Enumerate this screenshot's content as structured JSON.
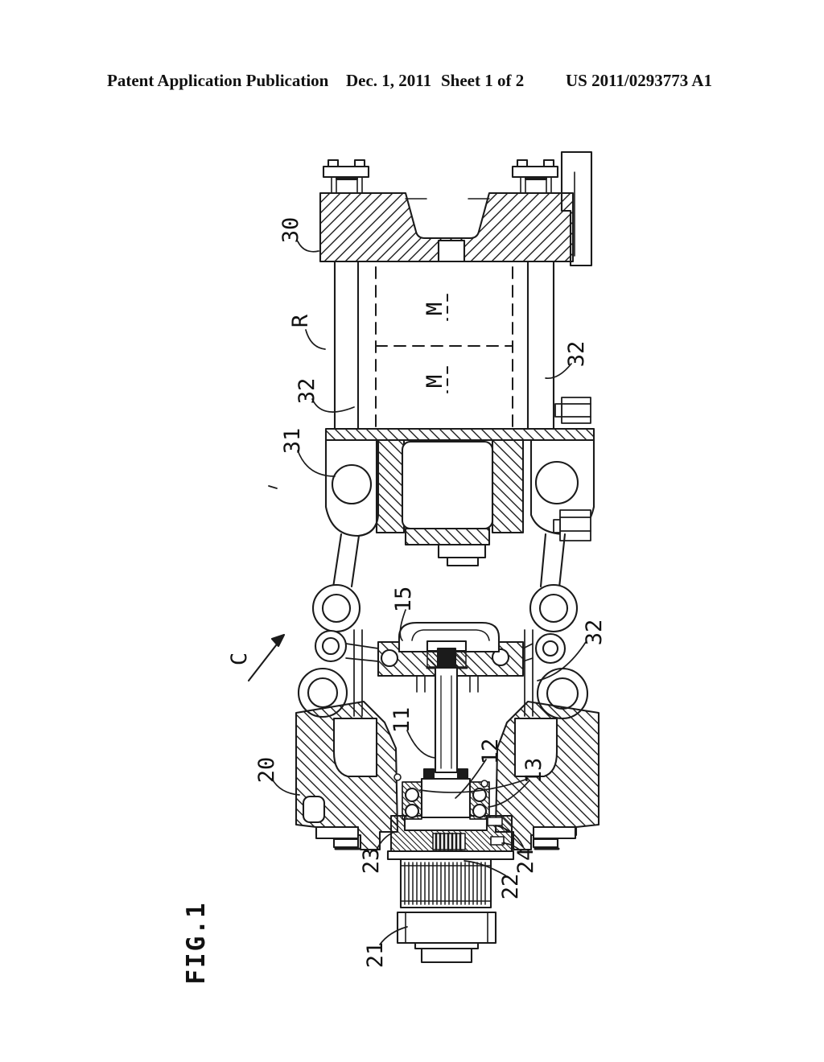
{
  "header": {
    "publication": "Patent Application Publication",
    "date": "Dec. 1, 2011",
    "sheet": "Sheet 1 of 2",
    "doc_number": "US 2011/0293773 A1"
  },
  "figure": {
    "caption": "FIG.1",
    "reference_labels": [
      {
        "ref": "30"
      },
      {
        "ref": "R"
      },
      {
        "ref": "32"
      },
      {
        "ref": "31"
      },
      {
        "ref": "M"
      },
      {
        "ref": "M"
      },
      {
        "ref": "32"
      },
      {
        "ref": "15"
      },
      {
        "ref": "C"
      },
      {
        "ref": "32"
      },
      {
        "ref": "11"
      },
      {
        "ref": "20"
      },
      {
        "ref": "12"
      },
      {
        "ref": "13"
      },
      {
        "ref": "23"
      },
      {
        "ref": "24"
      },
      {
        "ref": "22"
      },
      {
        "ref": "21"
      }
    ]
  }
}
